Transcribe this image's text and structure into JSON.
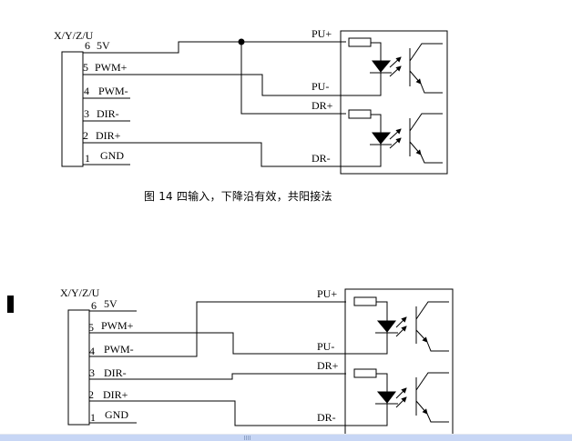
{
  "diagrams": [
    {
      "connector_title": "X/Y/Z/U",
      "pins": [
        {
          "num": "6",
          "name": "5V"
        },
        {
          "num": "5",
          "name": "PWM+"
        },
        {
          "num": "4",
          "name": "PWM-"
        },
        {
          "num": "3",
          "name": "DIR-"
        },
        {
          "num": "2",
          "name": "DIR+"
        },
        {
          "num": "1",
          "name": "GND"
        }
      ],
      "terminals": [
        "PU+",
        "PU-",
        "DR+",
        "DR-"
      ]
    },
    {
      "connector_title": "X/Y/Z/U",
      "pins": [
        {
          "num": "6",
          "name": "5V"
        },
        {
          "num": "5",
          "name": "PWM+"
        },
        {
          "num": "4",
          "name": "PWM-"
        },
        {
          "num": "3",
          "name": "DIR-"
        },
        {
          "num": "2",
          "name": "DIR+"
        },
        {
          "num": "1",
          "name": "GND"
        }
      ],
      "terminals": [
        "PU+",
        "PU-",
        "DR+",
        "DR-"
      ]
    }
  ],
  "caption": "图 14 四输入，下降沿有效，共阳接法",
  "colors": {
    "line": "#000000",
    "background": "#ffffff",
    "scrollbar": "#c7d6f5"
  }
}
